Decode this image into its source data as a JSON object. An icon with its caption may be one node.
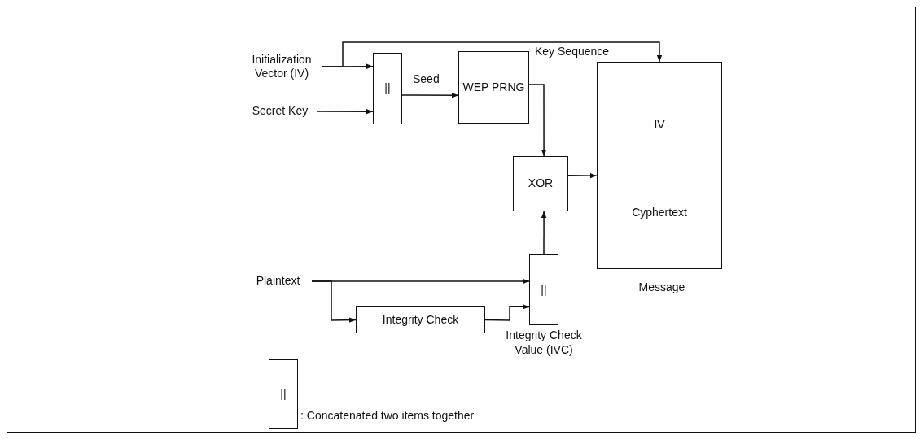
{
  "diagram": {
    "nodes": [
      {
        "text": [
          "Initialization Vector (IV)"
        ]
      },
      {
        "text": [
          "Secret Key"
        ]
      },
      {
        "text": [
          "||"
        ]
      },
      {
        "text": [
          "WEP PRNG"
        ]
      },
      {
        "text": [
          "XOR"
        ]
      },
      {
        "text": [
          "IV",
          "Cyphertext"
        ],
        "beside": [
          "Message"
        ]
      },
      {
        "text": [
          "Plaintext"
        ]
      },
      {
        "text": [
          "Integrity Check"
        ]
      },
      {
        "text": [
          "||"
        ],
        "beside": [
          "Integrity Check Value (IVC)"
        ]
      },
      {
        "text": [
          "||"
        ],
        "beside": [
          ": Concatenated two items together"
        ]
      }
    ],
    "edges": [
      {
        "from": 0,
        "to": 2,
        "arrow": "to"
      },
      {
        "from": 0,
        "to": 5,
        "arrow": "to",
        "label": "Key Sequence"
      },
      {
        "from": 1,
        "to": 2,
        "arrow": "to"
      },
      {
        "from": 2,
        "to": 3,
        "arrow": "to",
        "label": "Seed"
      },
      {
        "from": 3,
        "to": 4,
        "arrow": "to"
      },
      {
        "from": 4,
        "to": 5,
        "arrow": "to"
      },
      {
        "from": 8,
        "to": 4,
        "arrow": "to"
      },
      {
        "from": 6,
        "to": 8,
        "arrow": "to"
      },
      {
        "from": 6,
        "to": 7,
        "arrow": "to"
      },
      {
        "from": 7,
        "to": 8,
        "arrow": "to"
      }
    ]
  }
}
